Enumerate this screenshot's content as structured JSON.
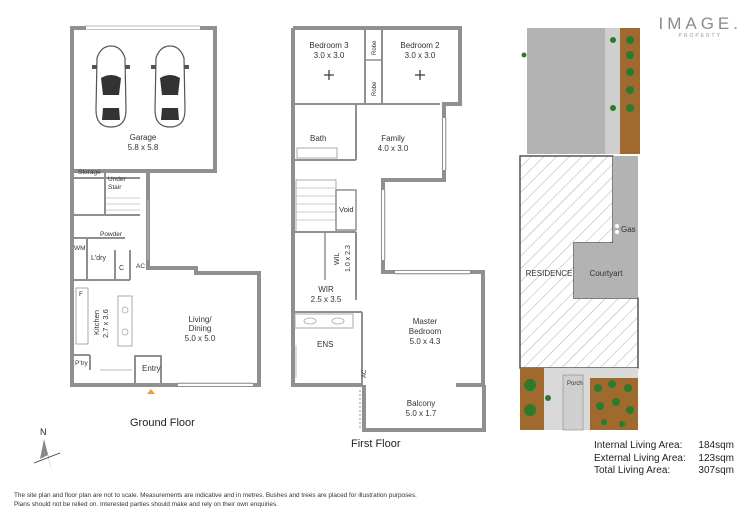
{
  "brand": {
    "name": "IMAGE.",
    "sub": "PROPERTY"
  },
  "ground_floor": {
    "title": "Ground Floor",
    "rooms": {
      "garage_name": "Garage",
      "garage_size": "5.8 x 5.8",
      "storage": "Storage",
      "under_stair_1": "Under",
      "under_stair_2": "Stair",
      "powder": "Powder",
      "wm": "WM",
      "laundry": "L'dry",
      "c": "C",
      "ac": "AC",
      "f": "F",
      "kitchen_name": "Kitchen",
      "kitchen_size": "2.7 x 3.6",
      "living_1": "Living/",
      "living_2": "Dining",
      "living_size": "5.0 x 5.0",
      "pantry": "P'try",
      "entry": "Entry"
    }
  },
  "first_floor": {
    "title": "First Floor",
    "rooms": {
      "bed3_name": "Bedroom 3",
      "bed3_size": "3.0 x 3.0",
      "bed2_name": "Bedroom 2",
      "bed2_size": "3.0 x 3.0",
      "robe_1": "Robe",
      "robe_2": "Robe",
      "bath": "Bath",
      "family_name": "Family",
      "family_size": "4.0 x 3.0",
      "void": "Void",
      "wil_name": "WIL",
      "wil_size": "1.0 x 2.3",
      "wir_name": "WIR",
      "wir_size": "2.5 x 3.5",
      "master_name": "Master",
      "master_name_2": "Bedroom",
      "master_size": "5.0 x 4.3",
      "ens": "ENS",
      "ac": "AC",
      "balcony_name": "Balcony",
      "balcony_size": "5.0 x 1.7"
    }
  },
  "site": {
    "residence": "RESIDENCE",
    "courtyard": "Courtyart",
    "gas": "Gas",
    "porch": "Porch"
  },
  "compass": {
    "north": "N"
  },
  "areas": [
    {
      "label": "Internal Living Area:",
      "value": "184sqm"
    },
    {
      "label": "External Living Area:",
      "value": "123sqm"
    },
    {
      "label": "Total Living Area:",
      "value": "307sqm"
    }
  ],
  "disclaimer": {
    "line1": "The site plan and floor plan are not to scale. Measurements are indicative and in metres. Bushes and trees are placed for illustration purposes.",
    "line2": "Plans should not be relied on. Interested parties should make and rely on their own enquiries."
  }
}
